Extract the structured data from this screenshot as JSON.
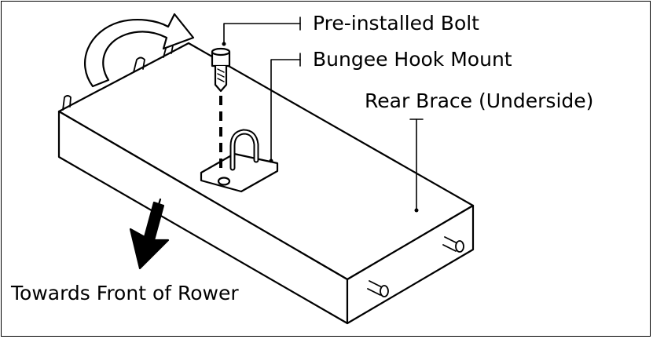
{
  "diagram": {
    "labels": {
      "bolt": "Pre-installed Bolt",
      "hook_mount": "Bungee Hook Mount",
      "brace": "Rear Brace (Underside)",
      "direction": "Towards Front of Rower"
    },
    "colors": {
      "ink": "#000000",
      "background": "#ffffff"
    },
    "icons": [
      "rotate-arrow-icon",
      "direction-arrow-icon"
    ]
  }
}
